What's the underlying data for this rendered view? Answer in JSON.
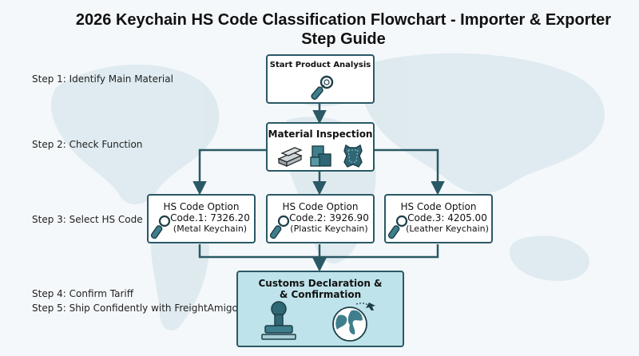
{
  "title": {
    "line1": "2026 Keychain HS Code Classification Flowchart - Importer & Exporter",
    "line2": "Step Guide"
  },
  "steps": [
    "Step 1:  Identify Main Material",
    "Step 2:  Check Function",
    "Step 3:  Select HS Code",
    "Step 4:  Confirm Tariff",
    "Step 5:  Ship Confidently with FreightAmigo"
  ],
  "nodes": {
    "start": "Start Product Analysis",
    "inspection": "Material Inspection",
    "options": [
      {
        "heading": "HS Code Option",
        "code": "Code.1: 7326.20",
        "desc": "(Metal Keychain)"
      },
      {
        "heading": "HS Code Option",
        "code": "Code.2: 3926.90",
        "desc": "(Plastic Keychain)"
      },
      {
        "heading": "HS Code Option",
        "code": "Code.3: 4205.00",
        "desc": "(Leather Keychain)"
      }
    ],
    "customs_line1": "Customs Declaration &",
    "customs_line2": "& Confirmation"
  },
  "colors": {
    "box_border": "#2a5965",
    "arrow": "#2a5965",
    "customs_fill": "#bfe3ea",
    "map": "#dde9ee",
    "background": "#f4f8fa"
  },
  "icons": {
    "start": "keychain-icon",
    "inspection": [
      "metal-bars-icon",
      "plastic-cubes-icon",
      "leather-hide-icon"
    ],
    "options": "keychain-icon",
    "customs": [
      "stamp-icon",
      "globe-plane-icon"
    ]
  }
}
